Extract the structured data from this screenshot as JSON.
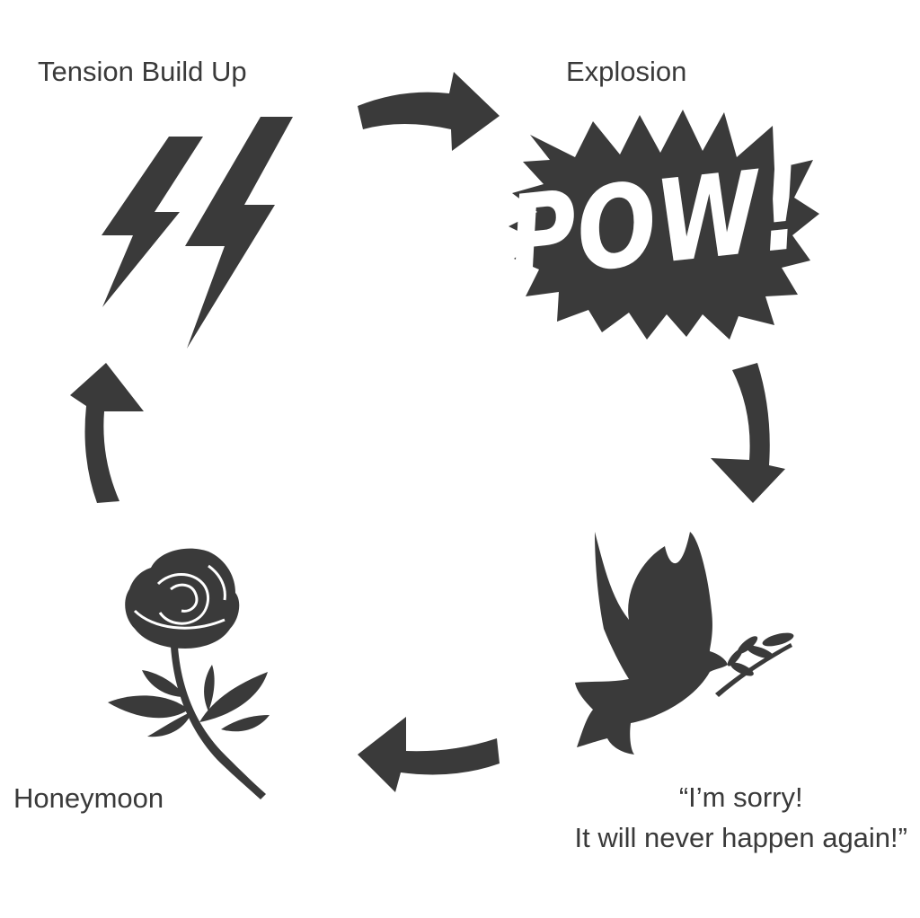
{
  "diagram": {
    "stages": {
      "tension": {
        "label": "Tension Build Up",
        "icon": "lightning-icon"
      },
      "explosion": {
        "label": "Explosion",
        "icon": "pow-icon",
        "icon_text": "POW!"
      },
      "apology": {
        "label_line1": "“I’m sorry!",
        "label_line2": "It will never happen again!”",
        "icon": "dove-icon"
      },
      "honeymoon": {
        "label": "Honeymoon",
        "icon": "rose-icon"
      }
    },
    "flow": "clockwise",
    "colors": {
      "ink": "#3a3a3a",
      "background": "#ffffff"
    }
  }
}
